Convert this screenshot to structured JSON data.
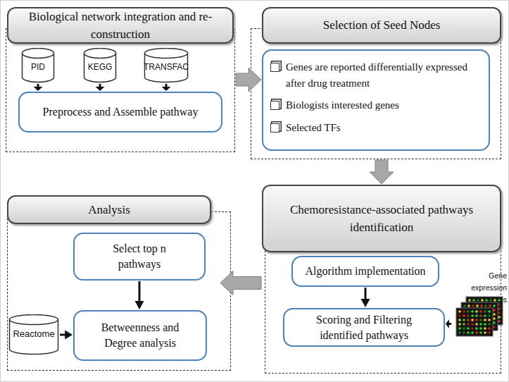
{
  "diagram": {
    "nodes": [
      {
        "text": [
          "Biological network integration and re-construction"
        ]
      },
      {
        "text": [
          "PID"
        ],
        "in": 0
      },
      {
        "text": [
          "KEGG"
        ],
        "in": 0
      },
      {
        "text": [
          "TRANSFAC"
        ],
        "in": 0
      },
      {
        "text": [
          "Preprocess and Assemble pathway"
        ],
        "in": 0
      },
      {
        "text": [
          "Selection of Seed Nodes"
        ]
      },
      {
        "text": [
          "Genes are reported differentially expressed after drug treatment",
          "Biologists interested genes",
          "Selected TFs"
        ],
        "in": 5
      },
      {
        "text": [
          "Chemoresistance-associated pathways identification"
        ]
      },
      {
        "text": [
          "Algorithm implementation"
        ],
        "in": 7
      },
      {
        "text": [
          "Gene expression values"
        ],
        "in": 7
      },
      {
        "text": [
          "Scoring and Filtering identified pathways"
        ],
        "in": 7
      },
      {
        "text": [
          "Analysis"
        ]
      },
      {
        "text": [
          "Select top n pathways"
        ],
        "in": 11
      },
      {
        "text": [
          "Reactome"
        ],
        "in": 11
      },
      {
        "text": [
          "Betweenness and Degree analysis"
        ],
        "in": 11
      }
    ],
    "edges": [
      {
        "from": 1,
        "to": 4,
        "arrow": "to"
      },
      {
        "from": 2,
        "to": 4,
        "arrow": "to"
      },
      {
        "from": 3,
        "to": 4,
        "arrow": "to"
      },
      {
        "from": 0,
        "to": 5,
        "arrow": "to"
      },
      {
        "from": 5,
        "to": 7,
        "arrow": "to"
      },
      {
        "from": 8,
        "to": 10,
        "arrow": "to"
      },
      {
        "from": 9,
        "to": 10,
        "arrow": "to"
      },
      {
        "from": 7,
        "to": 11,
        "arrow": "to"
      },
      {
        "from": 12,
        "to": 14,
        "arrow": "to"
      },
      {
        "from": 13,
        "to": 14,
        "arrow": "to"
      }
    ]
  }
}
